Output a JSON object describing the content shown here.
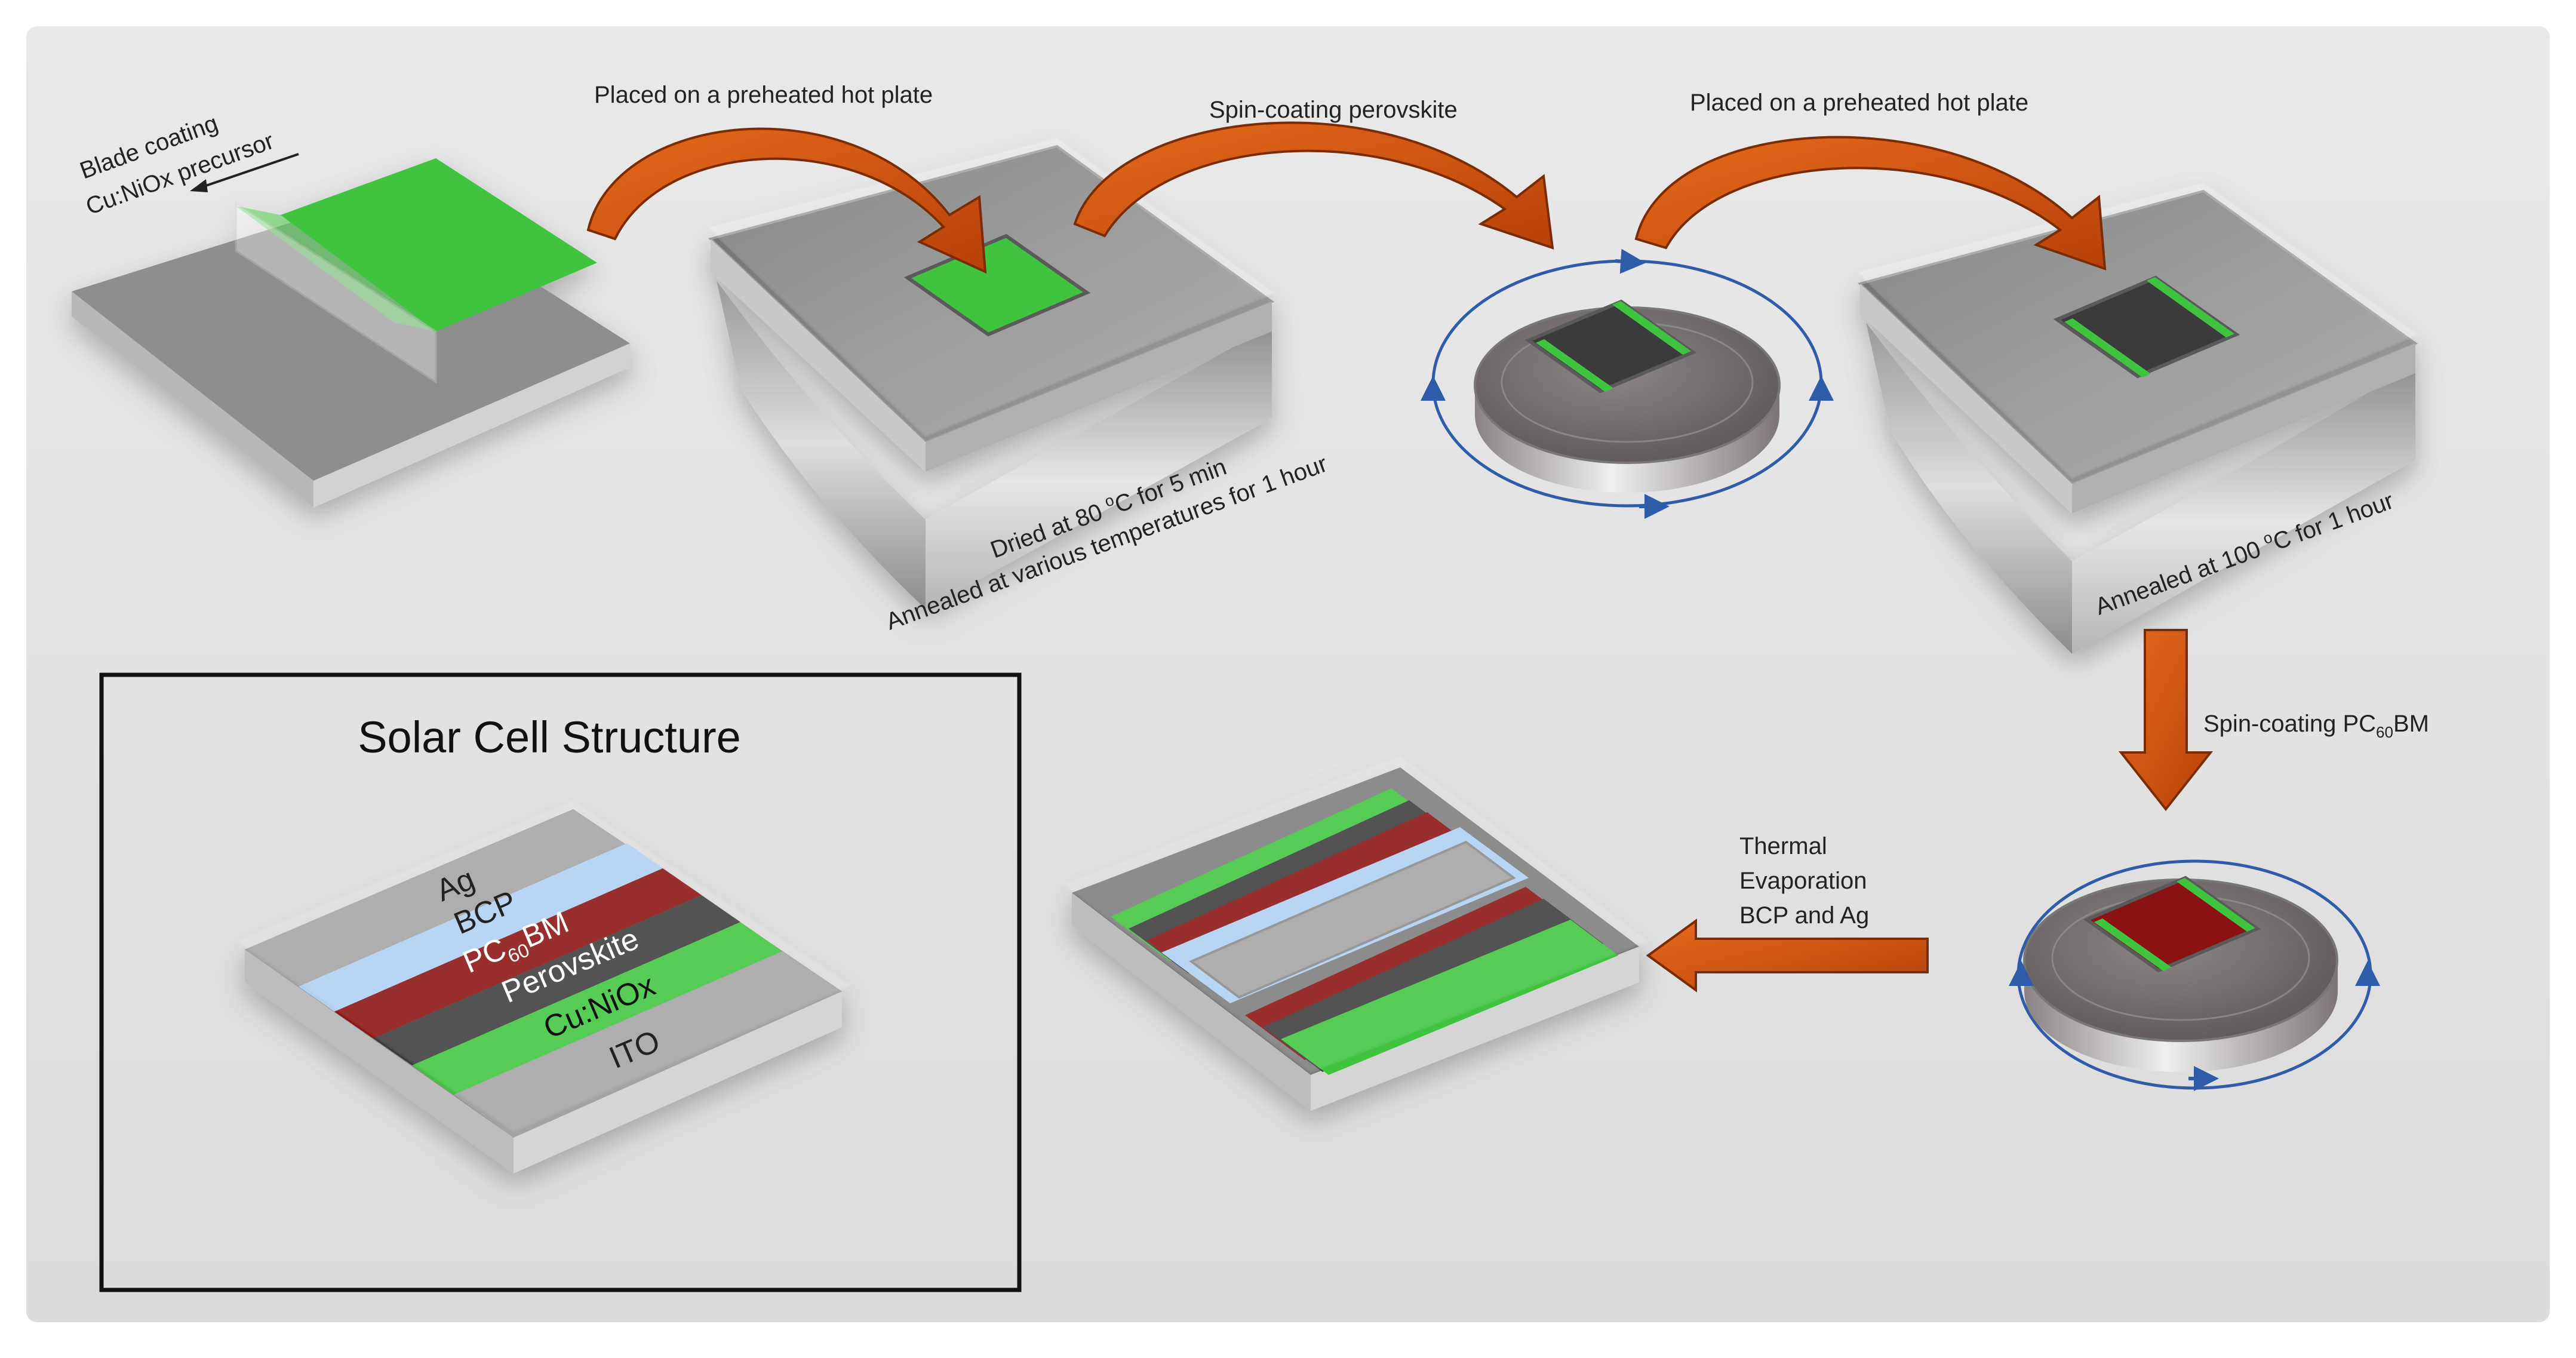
{
  "labels": {
    "blade_1": "Blade coating",
    "blade_2": "Cu:NiOx precursor",
    "hotplate_1": "Placed on a preheated hot plate",
    "spin_perovskite": "Spin-coating perovskite",
    "hotplate_2": "Placed on a preheated hot plate",
    "dried_1": "Dried at 80 ",
    "dried_sup": "o",
    "dried_2": "C for 5 min",
    "annealed_various": "Annealed at various temperatures for 1 hour",
    "annealed100_1": "Annealed at 100 ",
    "annealed100_sup": "o",
    "annealed100_2": "C for 1 hour",
    "spin_pcbm_1": "Spin-coating PC",
    "spin_pcbm_sub": "60",
    "spin_pcbm_2": "BM",
    "thermal_1": "Thermal",
    "thermal_2": "Evaporation",
    "thermal_3": "BCP and Ag"
  },
  "structure": {
    "title": "Solar Cell Structure",
    "layers": {
      "ag": "Ag",
      "bcp": "BCP",
      "pcbm_1": "PC",
      "pcbm_sub": "60",
      "pcbm_2": "BM",
      "perovskite": "Perovskite",
      "nio": "Cu:NiOx",
      "ito": "ITO"
    }
  },
  "colors": {
    "green": "#3fc43f",
    "gray": "#a3a3a3",
    "dark": "#3b3b3b",
    "red": "#8a1212",
    "light_blue": "#aecff2",
    "orange": "#d4550c",
    "blue": "#2e5ca8"
  }
}
